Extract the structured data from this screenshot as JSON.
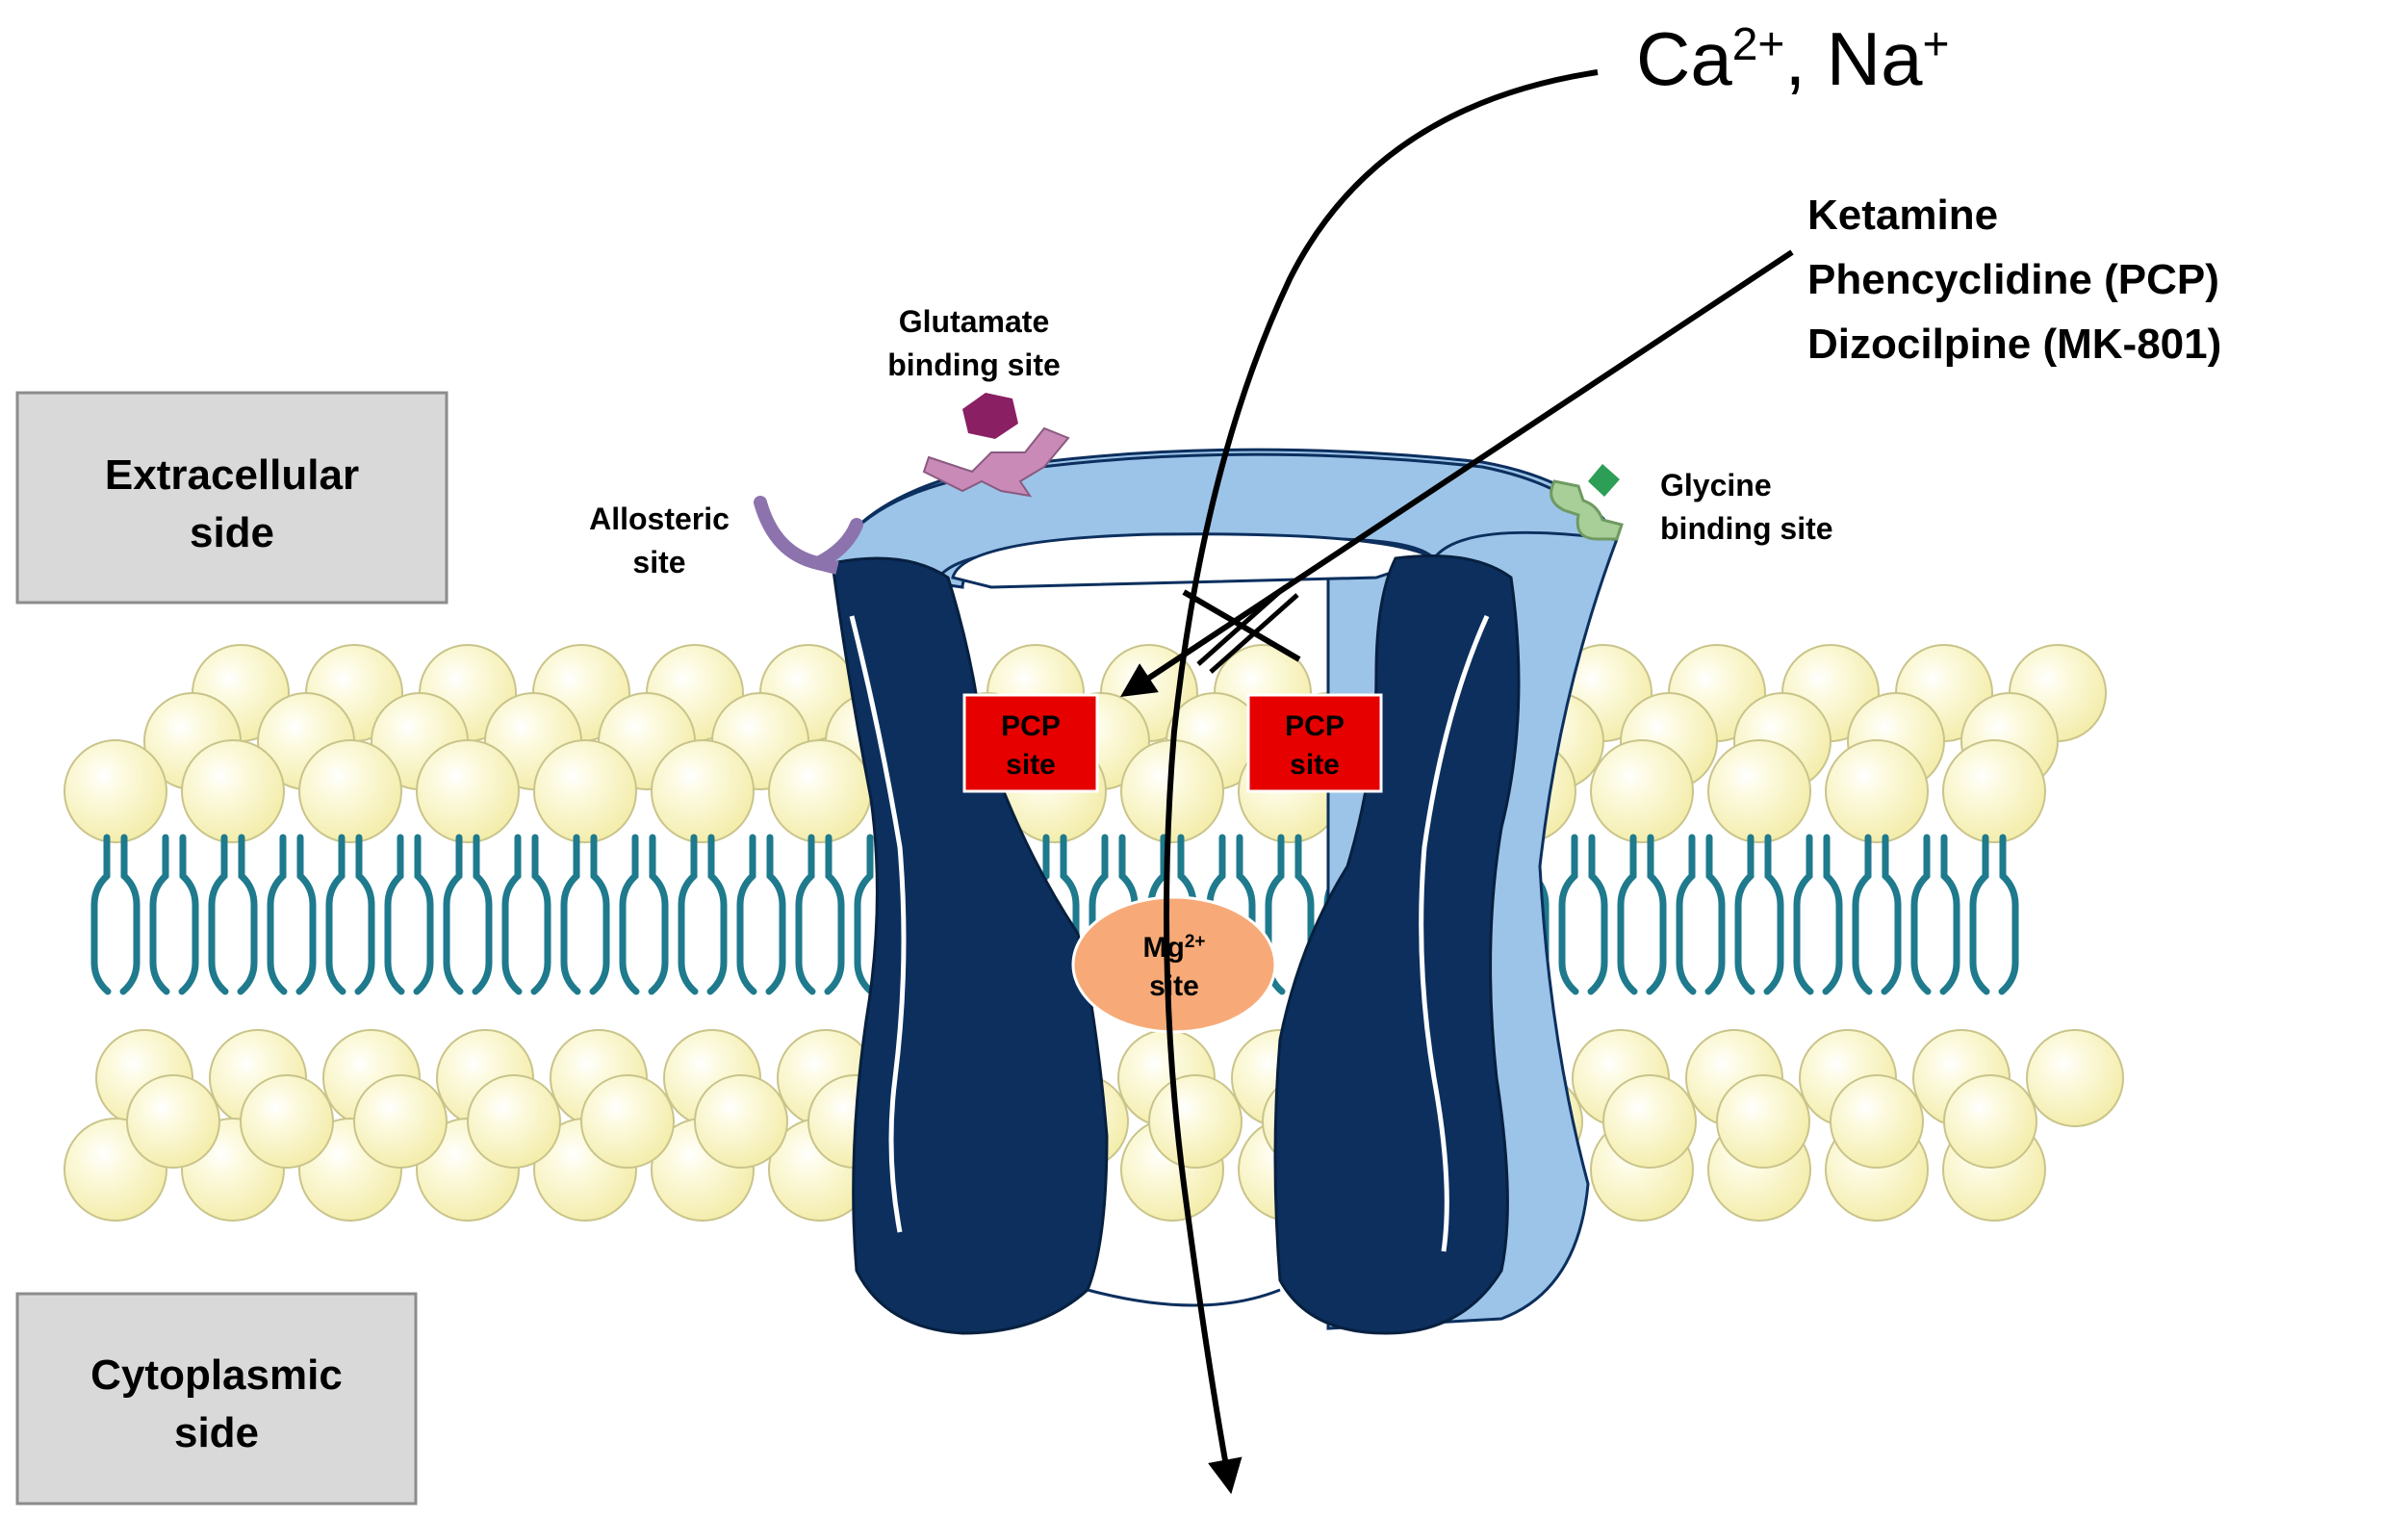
{
  "labels": {
    "extracellular_line1": "Extracellular",
    "extracellular_line2": "side",
    "cytoplasmic_line1": "Cytoplasmic",
    "cytoplasmic_line2": "side",
    "glutamate_line1": "Glutamate",
    "glutamate_line2": "binding site",
    "allosteric_line1": "Allosteric",
    "allosteric_line2": "site",
    "glycine_line1": "Glycine",
    "glycine_line2": "binding site",
    "pcp_left_line1": "PCP",
    "pcp_left_line2": "site",
    "pcp_right_line1": "PCP",
    "pcp_right_line2": "site",
    "mg_base": "Mg",
    "mg_sup": "2+",
    "mg_line2": "site",
    "ions_ca": "Ca",
    "ions_ca_sup": "2+",
    "ions_sep": ", Na",
    "ions_na_sup": "+"
  },
  "drugs": [
    "Ketamine",
    "Phencyclidine (PCP)",
    "Dizocilpine (MK-801)"
  ],
  "colors": {
    "lipid_head": "#fbf7c6",
    "lipid_head_stroke": "#c9c48a",
    "lipid_tail": "#1e7a8c",
    "channel_dark": "#0c2f5e",
    "channel_light": "#9cc4e8",
    "pcp_site": "#e60000",
    "mg_site": "#f7aa77",
    "glutamate": "#8a1f63",
    "glutamate_receptor": "#c98ab8",
    "allosteric": "#8c73ad",
    "glycine": "#2d9e56",
    "glycine_receptor": "#a8cf98",
    "label_box": "#d9d9d9"
  }
}
